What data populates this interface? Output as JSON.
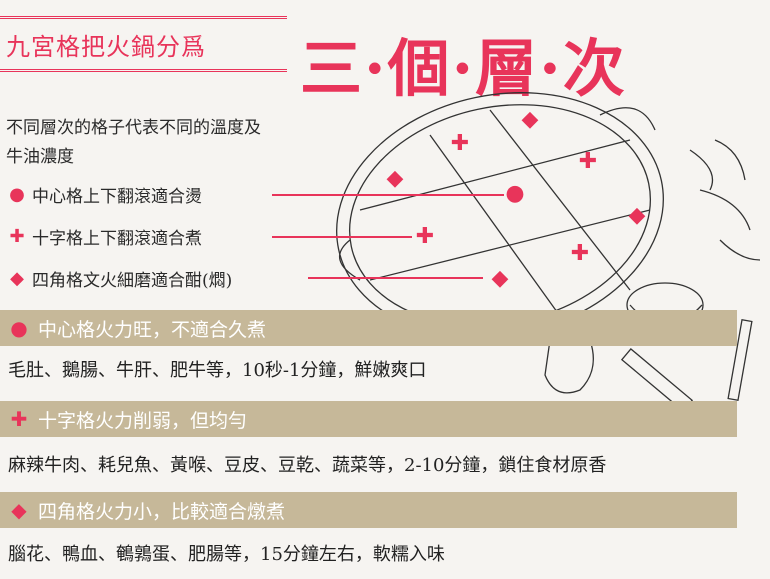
{
  "header": {
    "subtitle": "九宮格把火鍋分爲",
    "title": "三·個·層·次"
  },
  "description": [
    "不同層次的格子代表不同的溫度及",
    "牛油濃度"
  ],
  "legend": [
    {
      "icon": "circle-icon",
      "symbol": "●",
      "label": "中心格上下翻滾適合燙"
    },
    {
      "icon": "cross-icon",
      "symbol": "✚",
      "label": "十字格上下翻滾適合煮"
    },
    {
      "icon": "diamond-icon",
      "symbol": "◆",
      "label": "四角格文火細磨適合酣(燜)"
    }
  ],
  "sections": [
    {
      "symbol": "●",
      "heading": "中心格火力旺，不適合久煮",
      "detail": "毛肚、鵝腸、牛肝、肥牛等，10秒-1分鐘，鮮嫩爽口"
    },
    {
      "symbol": "✚",
      "heading": "十字格火力削弱，但均勻",
      "detail": "麻辣牛肉、耗兒魚、黃喉、豆皮、豆乾、蔬菜等，2-10分鐘，鎖住食材原香"
    },
    {
      "symbol": "◆",
      "heading": "四角格火力小，比較適合燉煮",
      "detail": "腦花、鴨血、鵪鶉蛋、肥腸等，15分鐘左右，軟糯入味"
    }
  ],
  "colors": {
    "accent": "#e8345a",
    "band": "#c6b899",
    "background": "#f6f4f1"
  }
}
